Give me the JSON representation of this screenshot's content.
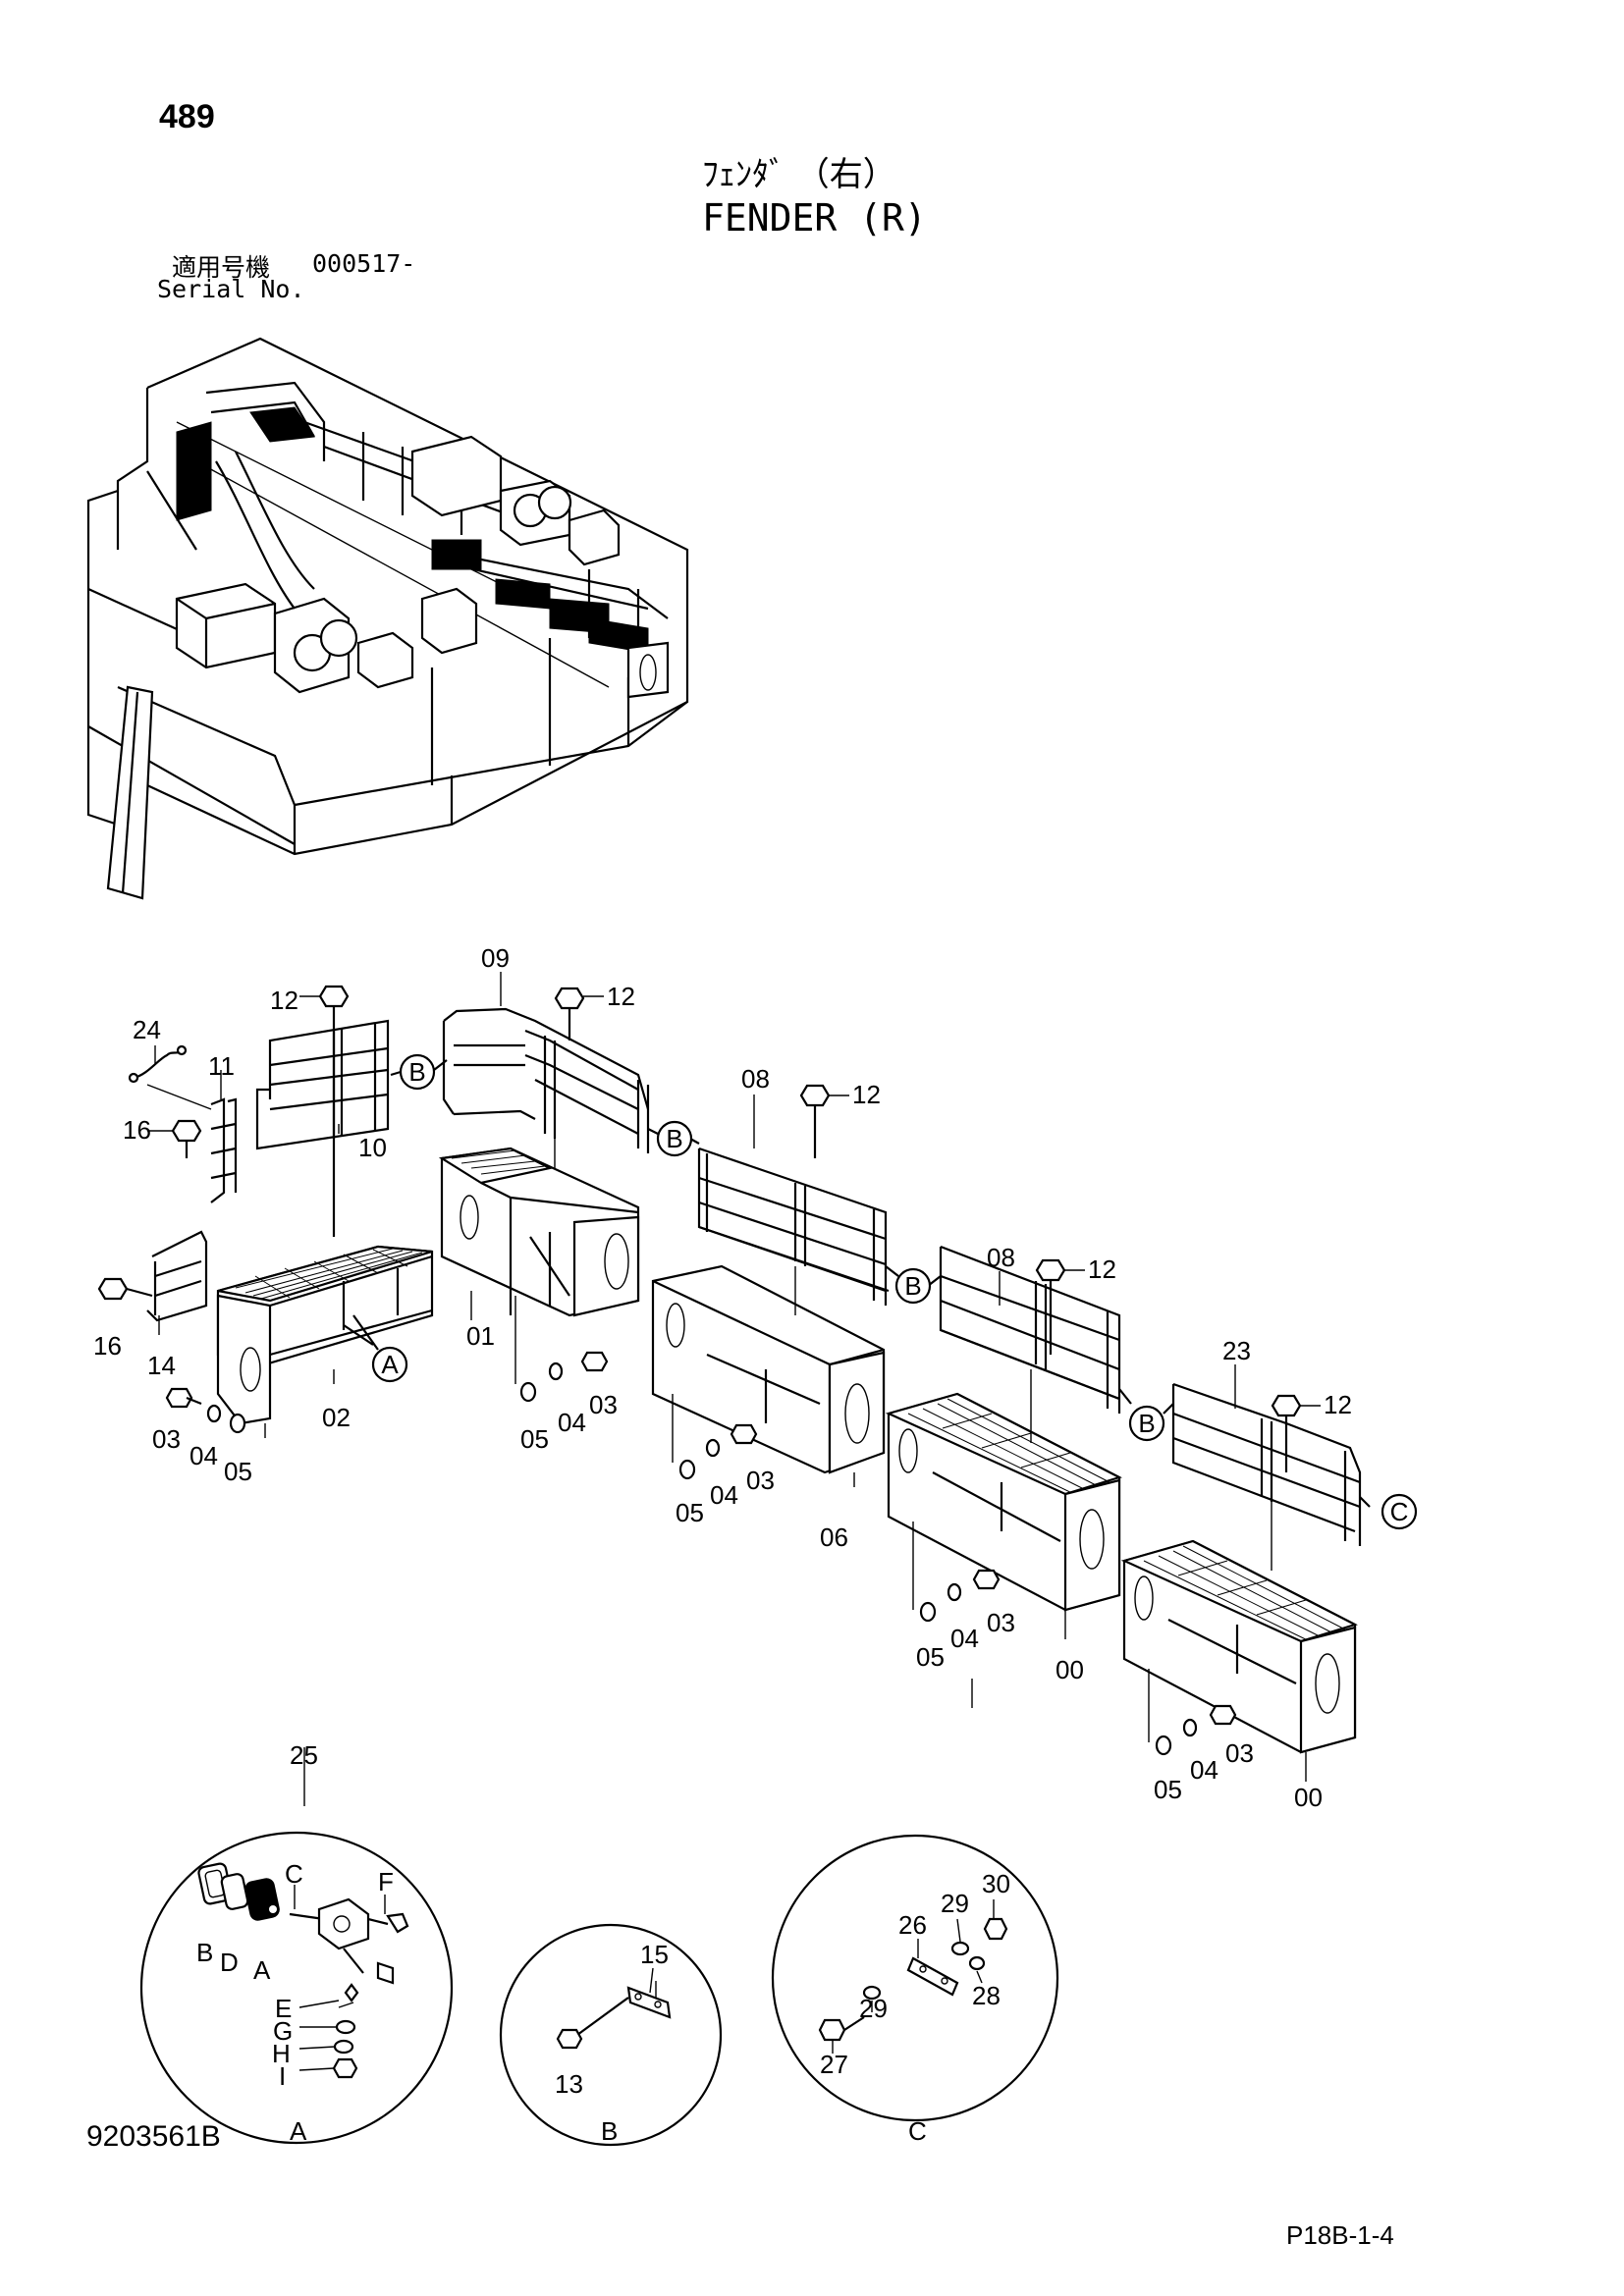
{
  "page": {
    "number": "489",
    "doc_code": "9203561B",
    "page_code": "P18B-1-4"
  },
  "title": {
    "japanese": "ﾌｪﾝﾀﾞ （右）",
    "english": "FENDER (R)"
  },
  "serial": {
    "label_jp": "適用号機",
    "code": "000517-",
    "label_en": "Serial No."
  },
  "callouts": {
    "c12a": "12",
    "c12b": "12",
    "c12c": "12",
    "c12d": "12",
    "c12e": "12",
    "c09": "09",
    "c24": "24",
    "c11": "11",
    "c10": "10",
    "c16a": "16",
    "c16b": "16",
    "c14": "14",
    "c08a": "08",
    "c08b": "08",
    "c23": "23",
    "c01": "01",
    "c02": "02",
    "c06": "06",
    "c00a": "00",
    "c00b": "00",
    "c03a": "03",
    "c04a": "04",
    "c05a": "05",
    "c03b": "03",
    "c04b": "04",
    "c05b": "05",
    "c03c": "03",
    "c04c": "04",
    "c05c": "05",
    "c03d": "03",
    "c04d": "04",
    "c05d": "05",
    "c03e": "03",
    "c04e": "04",
    "c05e": "05",
    "c25": "25",
    "c15": "15",
    "c13": "13",
    "c26": "26",
    "c27": "27",
    "c28": "28",
    "c29a": "29",
    "c29b": "29",
    "c30": "30"
  },
  "ref_markers": {
    "bA": "A",
    "bB1": "B",
    "bB2": "B",
    "bB3": "B",
    "bB4": "B",
    "bC": "C"
  },
  "detail_views": {
    "A": {
      "label": "A",
      "parts": [
        "B",
        "D",
        "A",
        "C",
        "F",
        "E",
        "G",
        "H",
        "I"
      ]
    },
    "B": {
      "label": "B"
    },
    "C": {
      "label": "C"
    }
  }
}
